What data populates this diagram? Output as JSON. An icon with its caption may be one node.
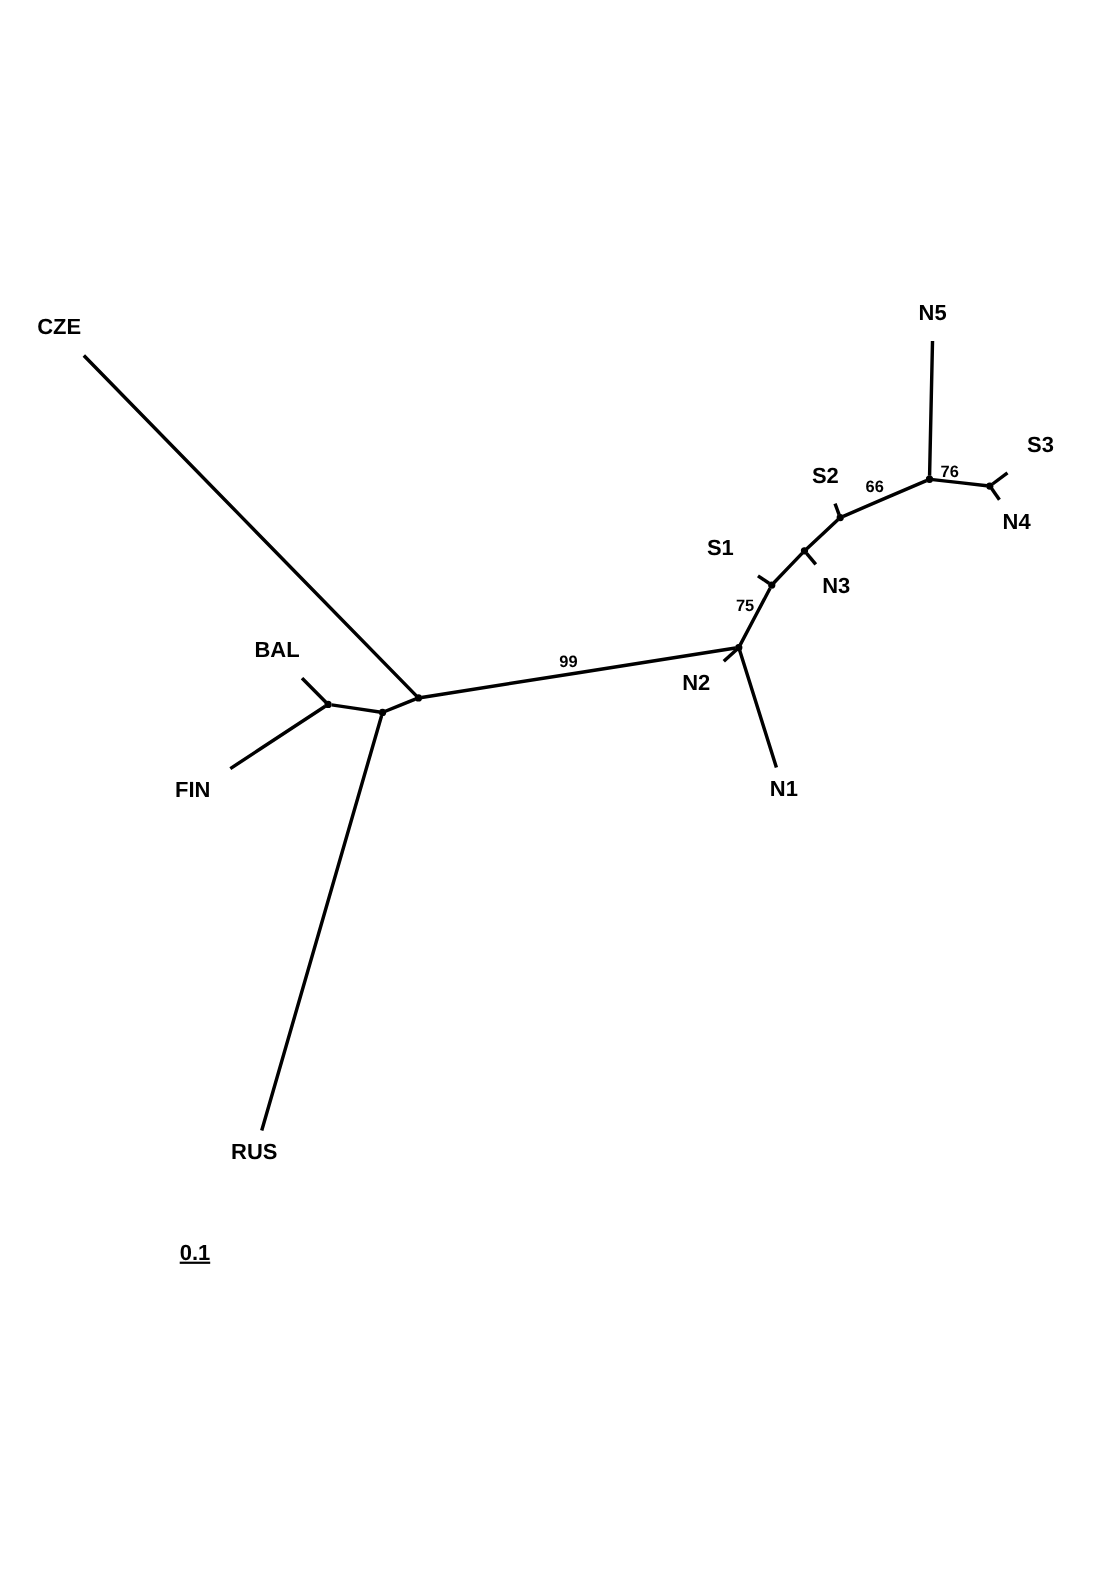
{
  "diagram": {
    "nodes": [
      {
        "text": [
          "N5"
        ]
      },
      {
        "text": [
          "S3"
        ]
      },
      {
        "text": [
          "N4"
        ]
      },
      {
        "text": [
          "S2"
        ]
      },
      {
        "text": [
          "N3"
        ]
      },
      {
        "text": [
          "S1"
        ]
      },
      {
        "text": [
          "N1"
        ]
      },
      {
        "text": [
          "N2"
        ]
      },
      {
        "text": [
          "BAL"
        ]
      },
      {
        "text": [
          "FIN"
        ]
      },
      {
        "text": [
          "RUS"
        ]
      },
      {
        "text": [
          "CZE"
        ]
      },
      {
        "text": [],
        "shape": "point"
      },
      {
        "text": [],
        "shape": "point"
      },
      {
        "text": [],
        "shape": "point"
      },
      {
        "text": [],
        "shape": "point"
      },
      {
        "text": [],
        "shape": "point"
      },
      {
        "text": [],
        "shape": "point"
      },
      {
        "text": [],
        "shape": "point"
      },
      {
        "text": [],
        "shape": "point"
      },
      {
        "text": [],
        "shape": "point"
      }
    ],
    "edges": [
      {
        "from": 18,
        "to": 9,
        "arrow": "none"
      },
      {
        "from": 18,
        "to": 8,
        "arrow": "none"
      },
      {
        "from": 18,
        "to": 19,
        "arrow": "none"
      },
      {
        "from": 19,
        "to": 10,
        "arrow": "none"
      },
      {
        "from": 19,
        "to": 20,
        "arrow": "none"
      },
      {
        "from": 20,
        "to": 11,
        "arrow": "none"
      },
      {
        "from": 20,
        "to": 17,
        "arrow": "none",
        "label": "99"
      },
      {
        "from": 17,
        "to": 6,
        "arrow": "none"
      },
      {
        "from": 17,
        "to": 7,
        "arrow": "none"
      },
      {
        "from": 17,
        "to": 16,
        "arrow": "none",
        "label": "75"
      },
      {
        "from": 16,
        "to": 5,
        "arrow": "none"
      },
      {
        "from": 16,
        "to": 15,
        "arrow": "none"
      },
      {
        "from": 15,
        "to": 4,
        "arrow": "none"
      },
      {
        "from": 15,
        "to": 14,
        "arrow": "none"
      },
      {
        "from": 14,
        "to": 3,
        "arrow": "none"
      },
      {
        "from": 14,
        "to": 12,
        "arrow": "none",
        "label": "66"
      },
      {
        "from": 12,
        "to": 0,
        "arrow": "none"
      },
      {
        "from": 12,
        "to": 13,
        "arrow": "none",
        "label": "76"
      },
      {
        "from": 13,
        "to": 2,
        "arrow": "none"
      },
      {
        "from": 13,
        "to": 1,
        "arrow": "none"
      }
    ],
    "labels": [
      "0.1"
    ]
  }
}
